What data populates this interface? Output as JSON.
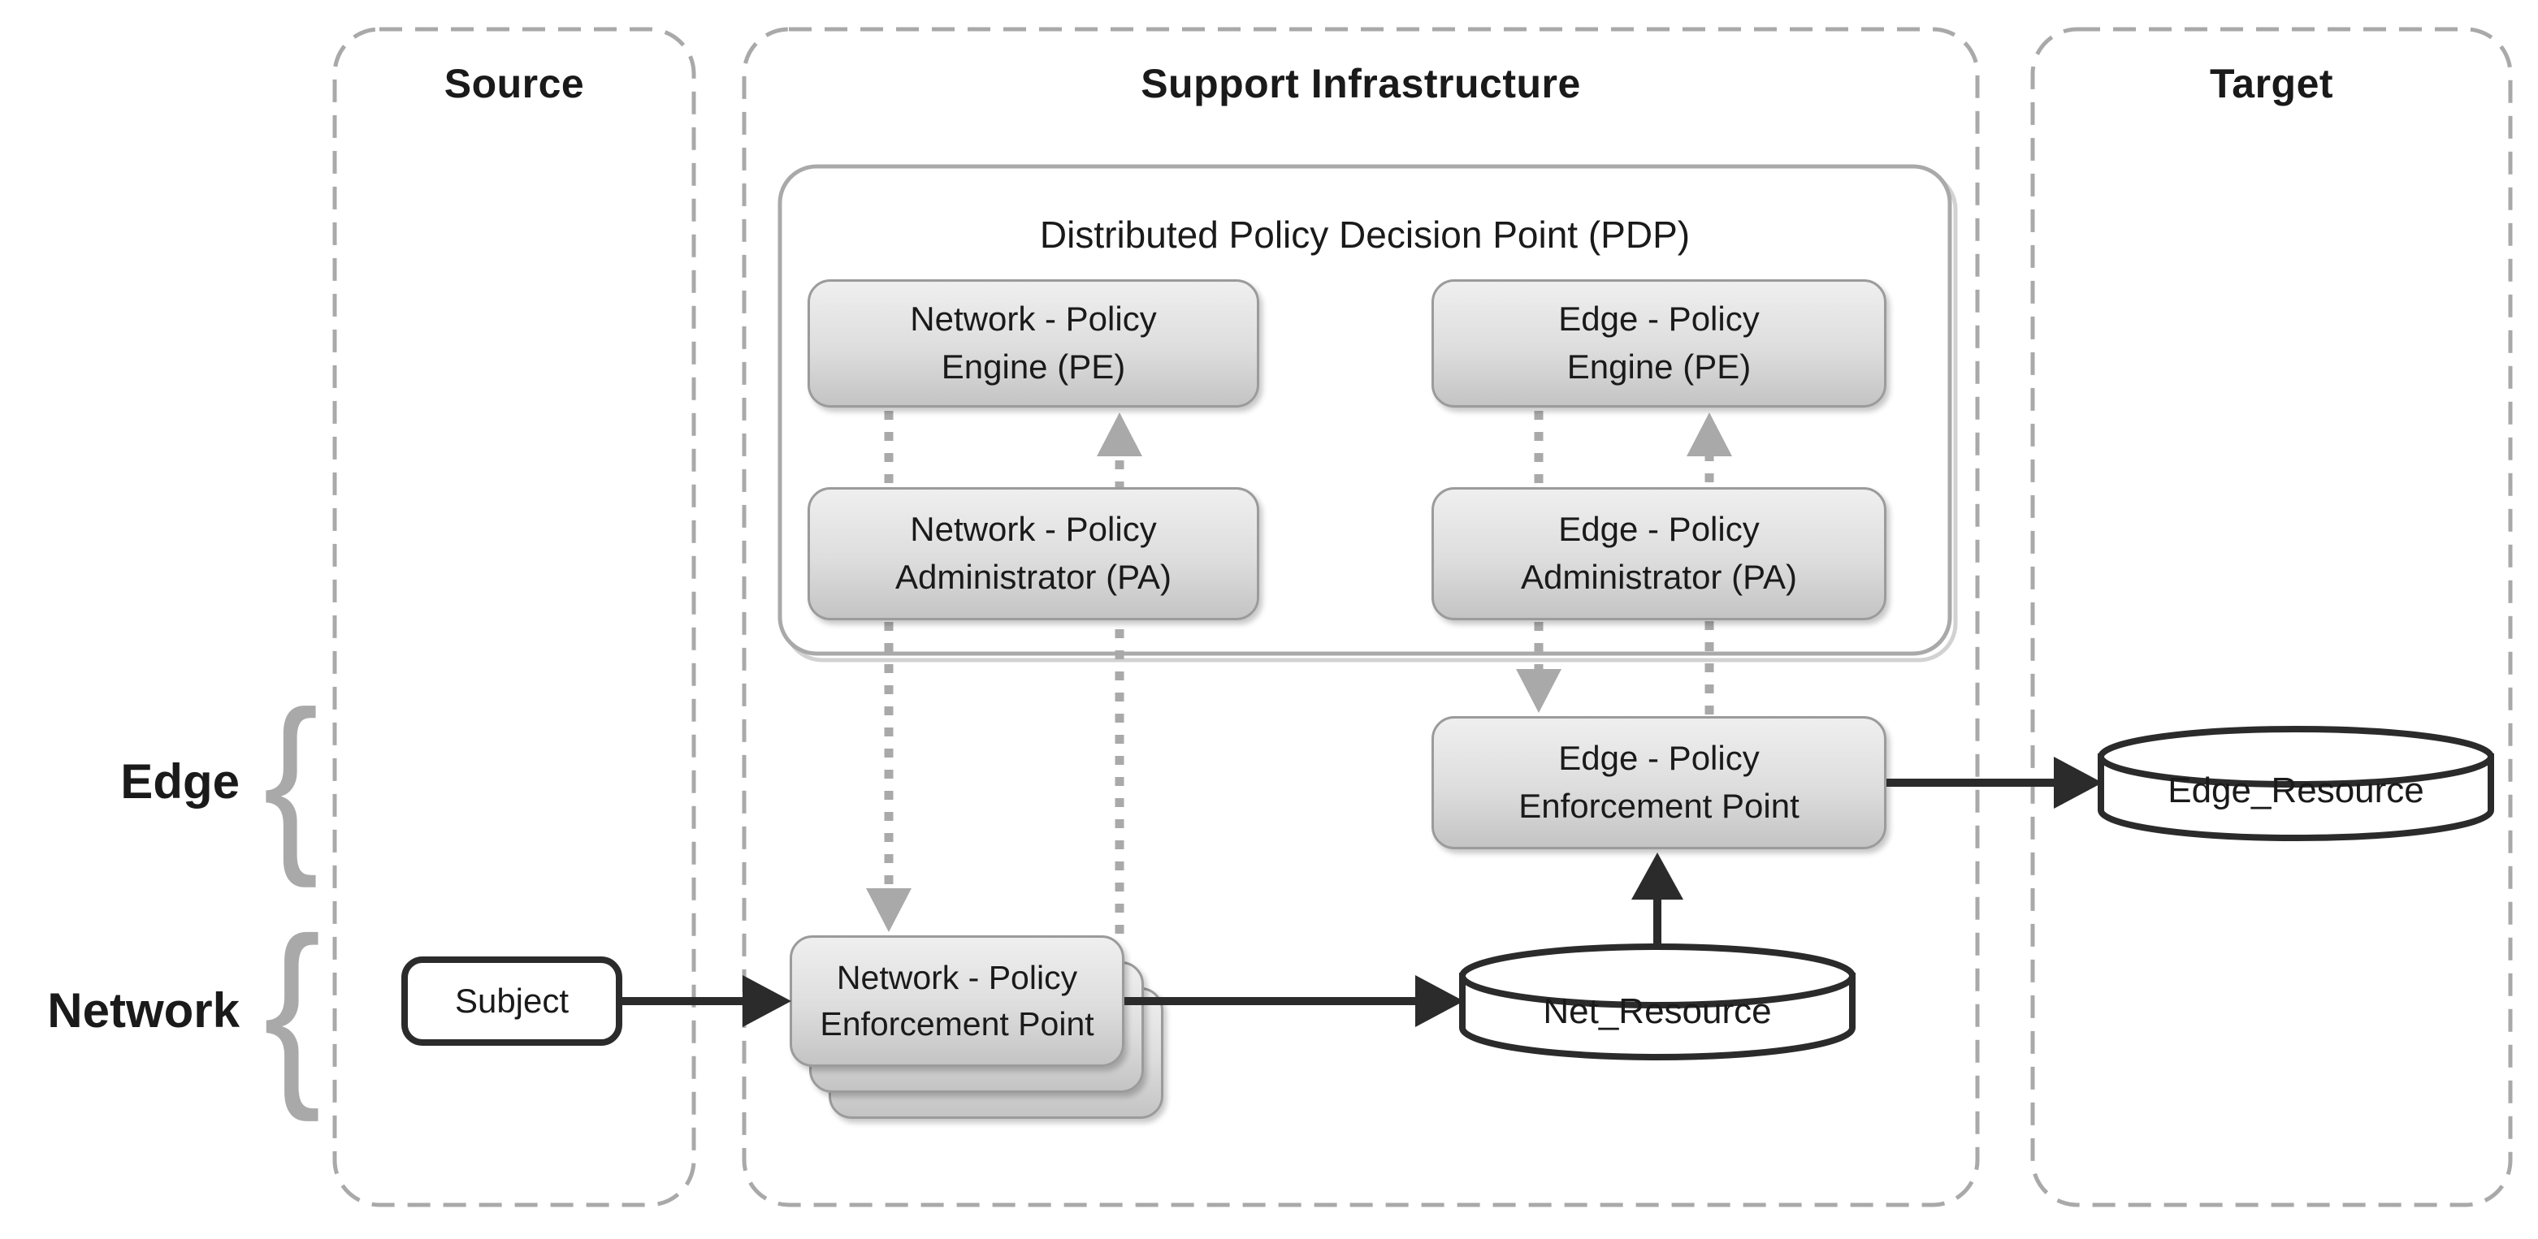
{
  "colors": {
    "background": "#ffffff",
    "lane_border": "#a9a9a9",
    "pdp_border": "#a9a9a9",
    "box_border": "#9b9b9b",
    "box_fill_top": "#efefef",
    "box_fill_bottom": "#c4c4c4",
    "solid_connector": "#2b2b2b",
    "dotted_connector": "#a9a9a9",
    "text": "#1a1a1a"
  },
  "lanes": {
    "source": {
      "title": "Source"
    },
    "support": {
      "title": "Support Infrastructure"
    },
    "target": {
      "title": "Target"
    }
  },
  "pdp": {
    "title": "Distributed Policy Decision Point (PDP)"
  },
  "row_labels": {
    "edge": "Edge",
    "network": "Network"
  },
  "glyphs": {
    "left_brace": "{"
  },
  "nodes": {
    "net_pe": {
      "lines": [
        "Network - Policy",
        "Engine (PE)"
      ]
    },
    "edge_pe": {
      "lines": [
        "Edge - Policy",
        "Engine (PE)"
      ]
    },
    "net_pa": {
      "lines": [
        "Network - Policy",
        "Administrator (PA)"
      ]
    },
    "edge_pa": {
      "lines": [
        "Edge - Policy",
        "Administrator (PA)"
      ]
    },
    "edge_pep": {
      "lines": [
        "Edge - Policy",
        "Enforcement Point"
      ]
    },
    "net_pep": {
      "lines": [
        "Network - Policy",
        "Enforcement Point"
      ]
    },
    "subject": {
      "label": "Subject"
    },
    "net_resource": {
      "label": "Net_Resource"
    },
    "edge_resource": {
      "label": "Edge_Resource"
    }
  },
  "connections": [
    {
      "from": "Subject",
      "to": "Network - Policy Enforcement Point",
      "style": "solid"
    },
    {
      "from": "Network - Policy Enforcement Point",
      "to": "Net_Resource",
      "style": "solid"
    },
    {
      "from": "Net_Resource",
      "to": "Edge - Policy Enforcement Point",
      "style": "solid"
    },
    {
      "from": "Edge - Policy Enforcement Point",
      "to": "Edge_Resource",
      "style": "solid"
    },
    {
      "from": "Network - Policy Engine / Administrator",
      "to": "Network - Policy Enforcement Point",
      "style": "dotted"
    },
    {
      "from": "Network - Policy Enforcement Point",
      "to": "Network - Policy Engine (PE)",
      "style": "dotted"
    },
    {
      "from": "Edge - Policy Engine / Administrator",
      "to": "Edge - Policy Enforcement Point",
      "style": "dotted"
    },
    {
      "from": "Edge - Policy Enforcement Point",
      "to": "Edge - Policy Engine (PE)",
      "style": "dotted"
    }
  ]
}
